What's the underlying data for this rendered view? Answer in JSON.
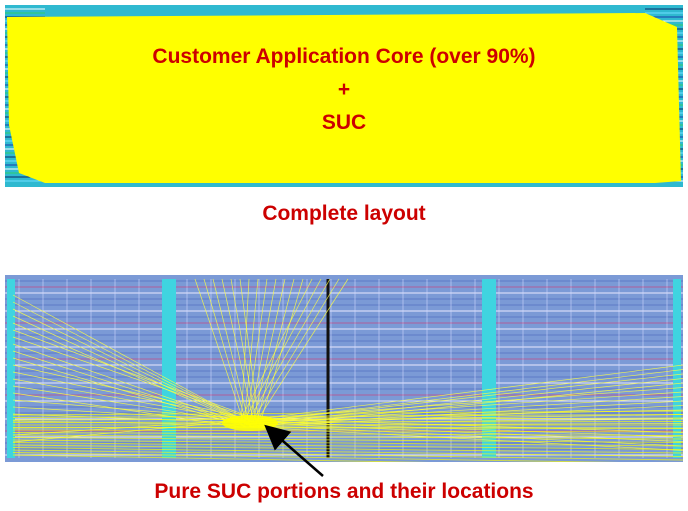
{
  "top_panel": {
    "line1": "Customer Application Core (over 90%)",
    "line2": "+",
    "line3": "SUC",
    "fill_color": "#ffff00"
  },
  "top_caption": "Complete layout",
  "bottom_caption": "Pure SUC portions and their locations",
  "colors": {
    "label_red": "#cc0000",
    "layout_blue": "#7b9ad6",
    "cyan_channel": "#3fd4e0",
    "route_yellow": "#ffff00"
  }
}
